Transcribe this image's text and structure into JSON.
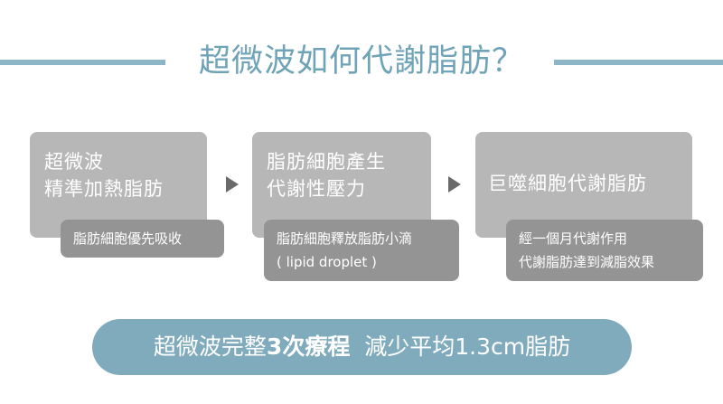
{
  "colors": {
    "accent": "#8cb6c6",
    "title": "#6fa3b7",
    "pill": "#7fabbc",
    "box": "#b7b7b7",
    "subbox": "#949494",
    "arrow": "#6a6a6a"
  },
  "header": {
    "title": "超微波如何代謝脂肪？"
  },
  "steps": [
    {
      "main_lines": [
        "超微波",
        "精準加熱脂肪"
      ],
      "sub_lines": [
        "脂肪細胞優先吸收"
      ]
    },
    {
      "main_lines": [
        "脂肪細胞產生",
        "代謝性壓力"
      ],
      "sub_lines": [
        "脂肪細胞釋放脂肪小滴",
        "( lipid droplet )"
      ]
    },
    {
      "main_lines": [
        "巨噬細胞代謝脂肪"
      ],
      "sub_lines": [
        "經一個月代謝作用",
        "代謝脂肪達到減脂效果"
      ]
    }
  ],
  "arrows": [
    "arrow-right-icon",
    "arrow-right-icon"
  ],
  "summary": {
    "prefix": "超微波完整",
    "bold": "3次療程",
    "suffix": "  減少平均1.3cm脂肪"
  }
}
